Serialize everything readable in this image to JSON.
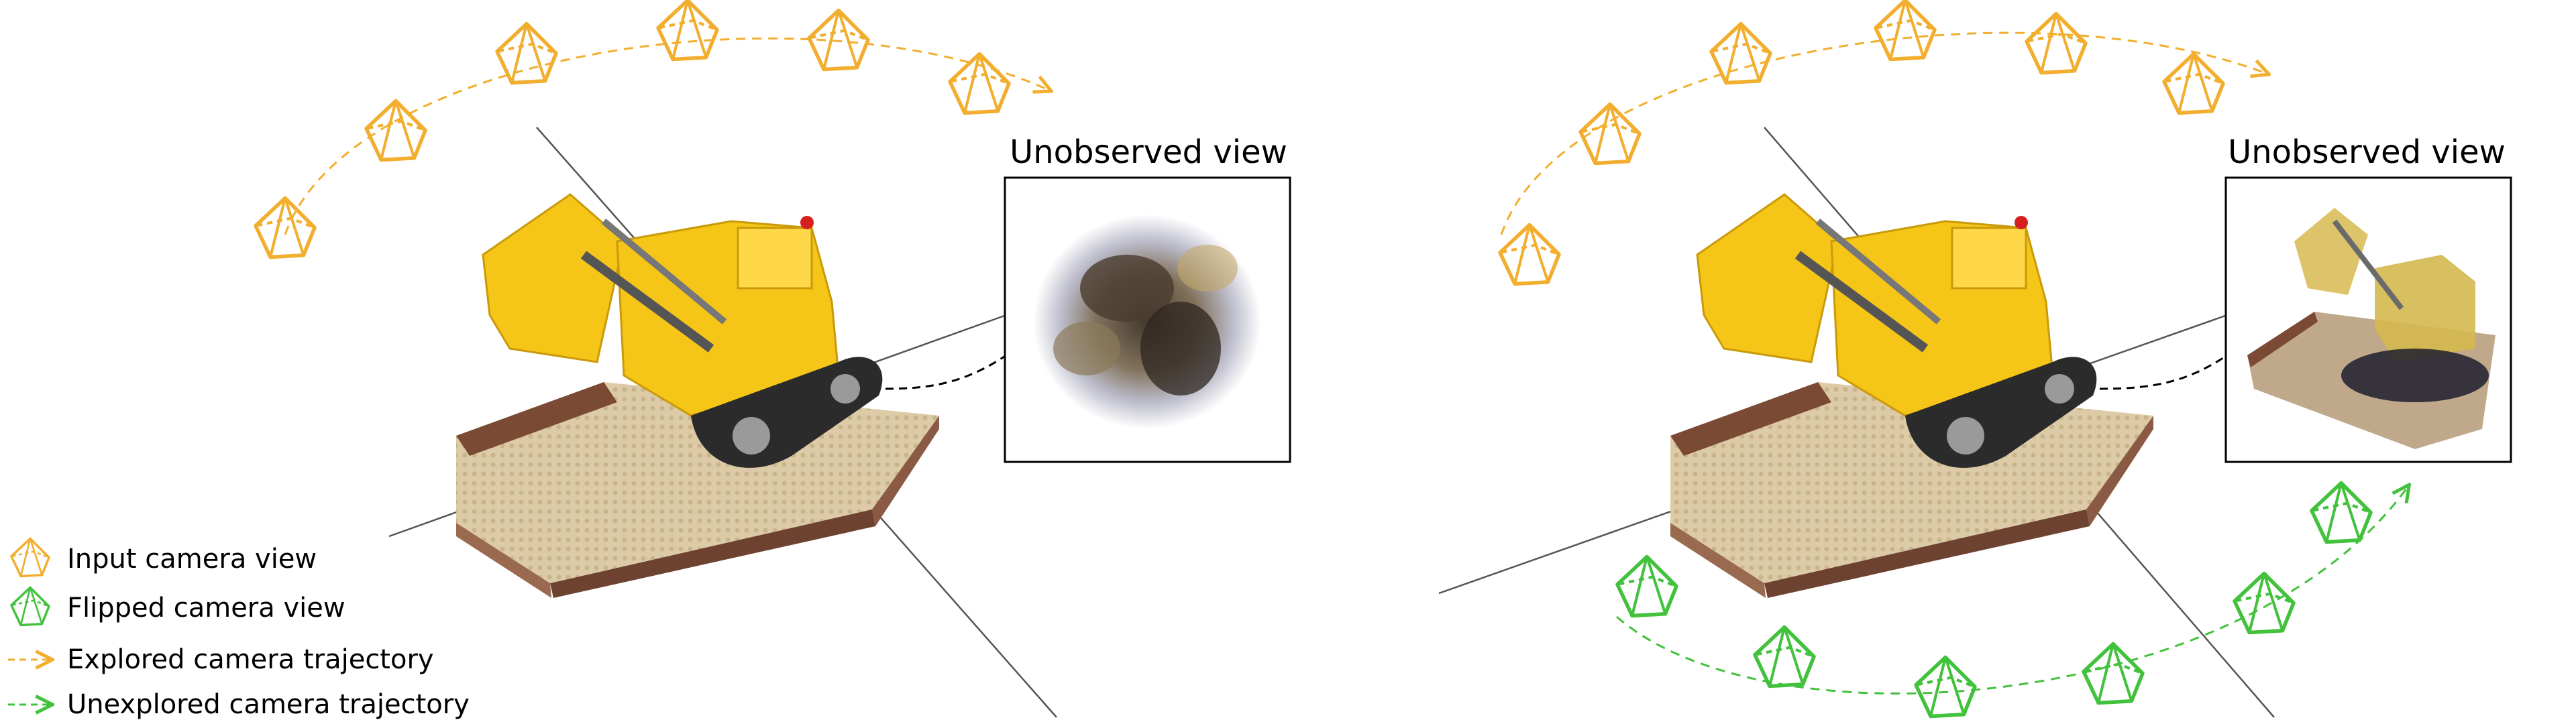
{
  "panels": [
    {
      "view_label": "Unobserved view"
    },
    {
      "view_label": "Unobserved view"
    }
  ],
  "legend": {
    "items": [
      {
        "label": "Input camera view",
        "icon": "orange-camera-frustum-icon"
      },
      {
        "label": "Flipped camera view",
        "icon": "green-camera-frustum-icon"
      },
      {
        "label": "Explored camera trajectory",
        "icon": "orange-dashed-arrow-icon"
      },
      {
        "label": "Unexplored camera trajectory",
        "icon": "green-dashed-arrow-icon"
      }
    ]
  },
  "colors": {
    "input_camera": "#F2AE2E",
    "flipped_camera": "#42C23C",
    "view_box_border": "#000000",
    "scene_base": "#D9C7A1",
    "scene_trim": "#7A4A35",
    "bulldozer_yellow": "#F5C518",
    "track_dark": "#2B2B2B"
  }
}
